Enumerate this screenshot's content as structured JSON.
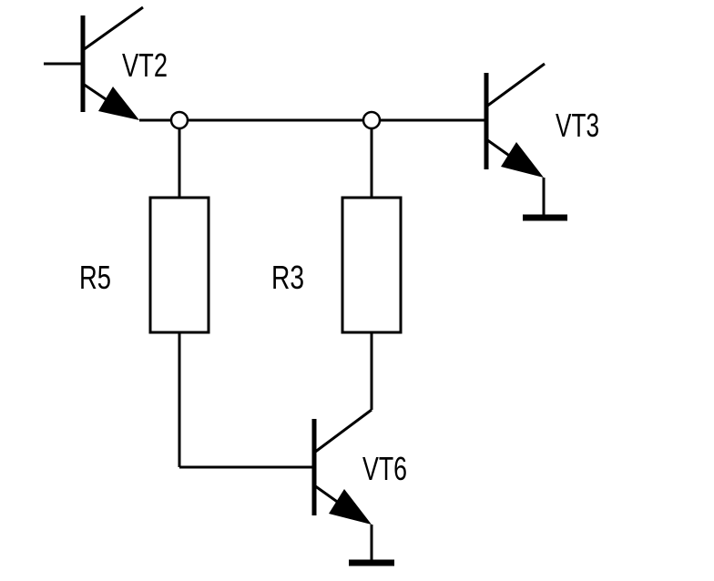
{
  "labels": {
    "vt2": "VT2",
    "vt3": "VT3",
    "vt6": "VT6",
    "r5": "R5",
    "r3": "R3"
  },
  "colors": {
    "ink": "#000000",
    "background": "#ffffff"
  }
}
